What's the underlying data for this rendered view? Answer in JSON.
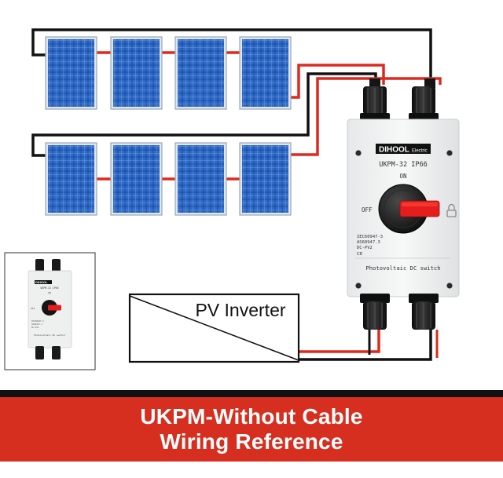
{
  "brand": {
    "name": "DIHOOL",
    "sub": "Electric"
  },
  "product": {
    "model": "UKPM-32  IP66",
    "on_label": "ON",
    "off_label": "OFF",
    "standards": [
      "IEC60947-3",
      "AS60947.3",
      "DC-PV2"
    ],
    "cert_mark": "CE",
    "description": "Photovoltaic DC switch"
  },
  "diagram": {
    "inverter_label": "PV Inverter"
  },
  "banner": {
    "line1": "UKPM-Without Cable",
    "line2": "Wiring Reference"
  },
  "colors": {
    "panel_blue": "#1f57b0",
    "wire_red": "#e0291d",
    "wire_black": "#111111",
    "banner_red": "#d62e1f",
    "handle_red": "#e51d1d",
    "enclosure": "#f2f3f3"
  },
  "icons": {
    "lock": "padlock-icon"
  }
}
